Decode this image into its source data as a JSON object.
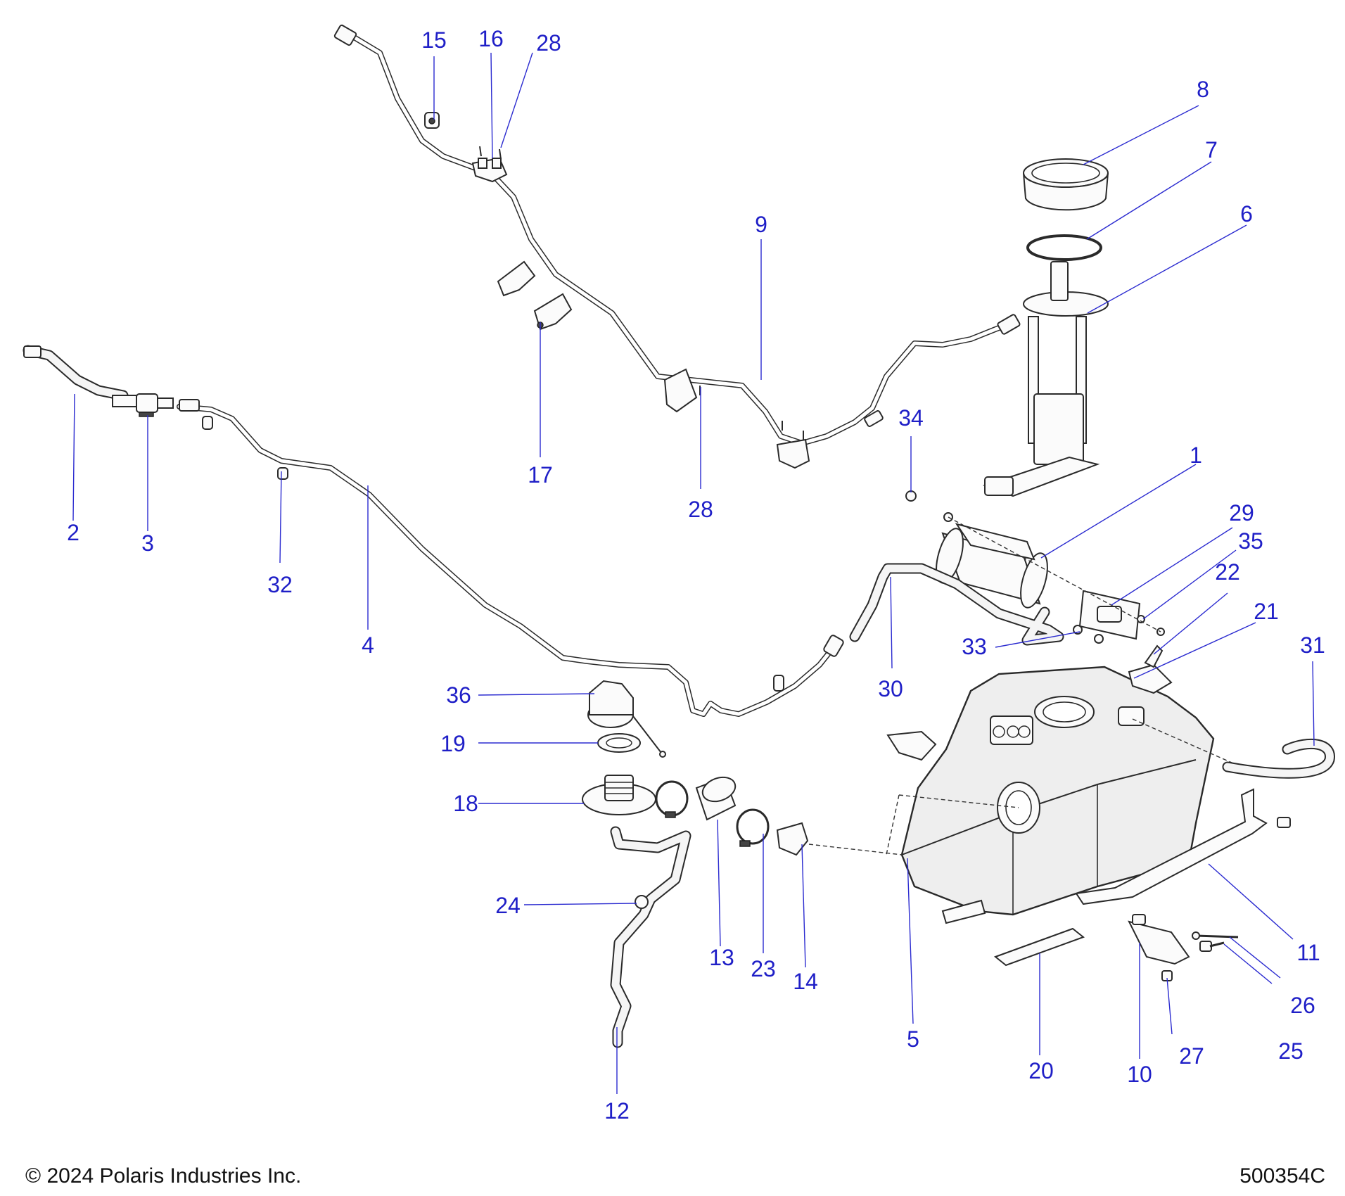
{
  "callouts": [
    {
      "id": "1",
      "label": "1"
    },
    {
      "id": "2",
      "label": "2"
    },
    {
      "id": "3",
      "label": "3"
    },
    {
      "id": "4",
      "label": "4"
    },
    {
      "id": "5",
      "label": "5"
    },
    {
      "id": "6",
      "label": "6"
    },
    {
      "id": "7",
      "label": "7"
    },
    {
      "id": "8",
      "label": "8"
    },
    {
      "id": "9",
      "label": "9"
    },
    {
      "id": "10",
      "label": "10"
    },
    {
      "id": "11",
      "label": "11"
    },
    {
      "id": "12",
      "label": "12"
    },
    {
      "id": "13",
      "label": "13"
    },
    {
      "id": "14",
      "label": "14"
    },
    {
      "id": "15",
      "label": "15"
    },
    {
      "id": "16",
      "label": "16"
    },
    {
      "id": "17",
      "label": "17"
    },
    {
      "id": "18",
      "label": "18"
    },
    {
      "id": "19",
      "label": "19"
    },
    {
      "id": "20",
      "label": "20"
    },
    {
      "id": "21",
      "label": "21"
    },
    {
      "id": "22",
      "label": "22"
    },
    {
      "id": "23",
      "label": "23"
    },
    {
      "id": "24",
      "label": "24"
    },
    {
      "id": "25",
      "label": "25"
    },
    {
      "id": "26",
      "label": "26"
    },
    {
      "id": "27",
      "label": "27"
    },
    {
      "id": "28a",
      "label": "28"
    },
    {
      "id": "28b",
      "label": "28"
    },
    {
      "id": "29",
      "label": "29"
    },
    {
      "id": "30",
      "label": "30"
    },
    {
      "id": "31",
      "label": "31"
    },
    {
      "id": "32",
      "label": "32"
    },
    {
      "id": "33",
      "label": "33"
    },
    {
      "id": "34",
      "label": "34"
    },
    {
      "id": "35",
      "label": "35"
    },
    {
      "id": "36",
      "label": "36"
    }
  ],
  "footer": {
    "copyright": "© 2024 Polaris Industries Inc.",
    "reference": "500354C"
  },
  "colors": {
    "callout": "#1f1fc7",
    "line_art": "#2a2a2a",
    "background": "#ffffff"
  }
}
